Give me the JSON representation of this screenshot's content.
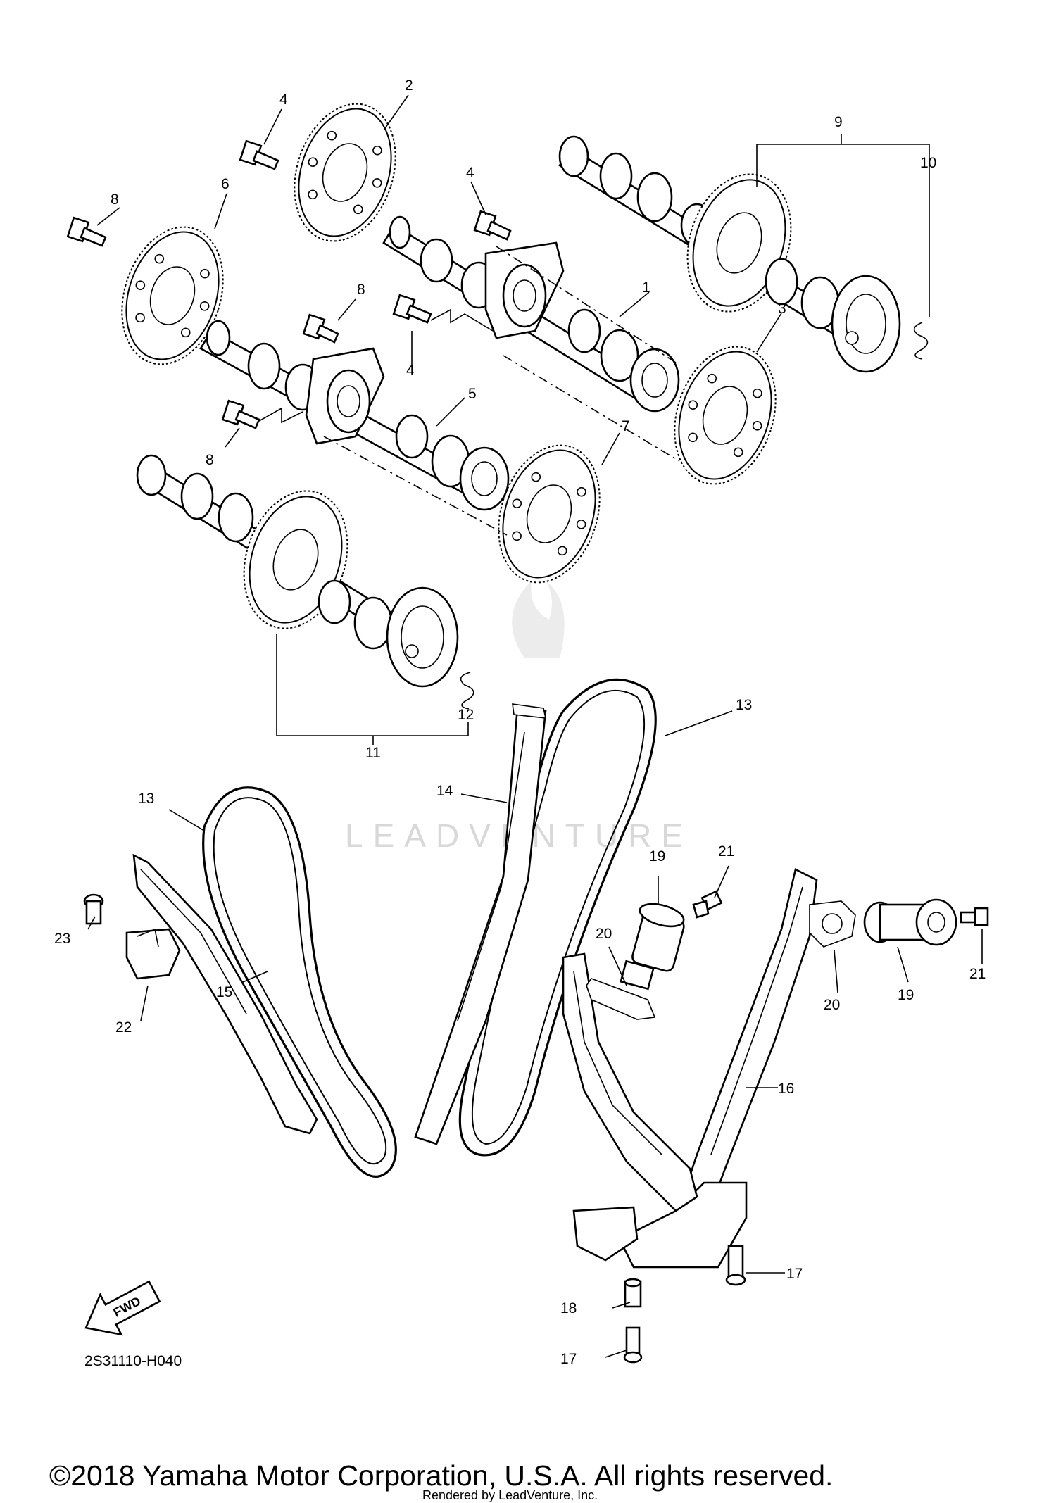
{
  "diagram_code": "2S31110-H040",
  "fwd_label": "FWD",
  "watermark": "LEADVENTURE",
  "copyright": "©2018 Yamaha Motor Corporation, U.S.A. All rights reserved.",
  "rendered_by": "Rendered by LeadVenture, Inc.",
  "callouts": {
    "c1": "1",
    "c2": "2",
    "c3": "3",
    "c4a": "4",
    "c4b": "4",
    "c4c": "4",
    "c5": "5",
    "c6": "6",
    "c7": "7",
    "c8a": "8",
    "c8b": "8",
    "c8c": "8",
    "c9": "9",
    "c10": "10",
    "c11": "11",
    "c12": "12",
    "c13a": "13",
    "c13b": "13",
    "c14": "14",
    "c15": "15",
    "c16": "16",
    "c17a": "17",
    "c17b": "17",
    "c18": "18",
    "c19a": "19",
    "c19b": "19",
    "c20a": "20",
    "c20b": "20",
    "c21a": "21",
    "c21b": "21",
    "c22": "22",
    "c23": "23"
  }
}
